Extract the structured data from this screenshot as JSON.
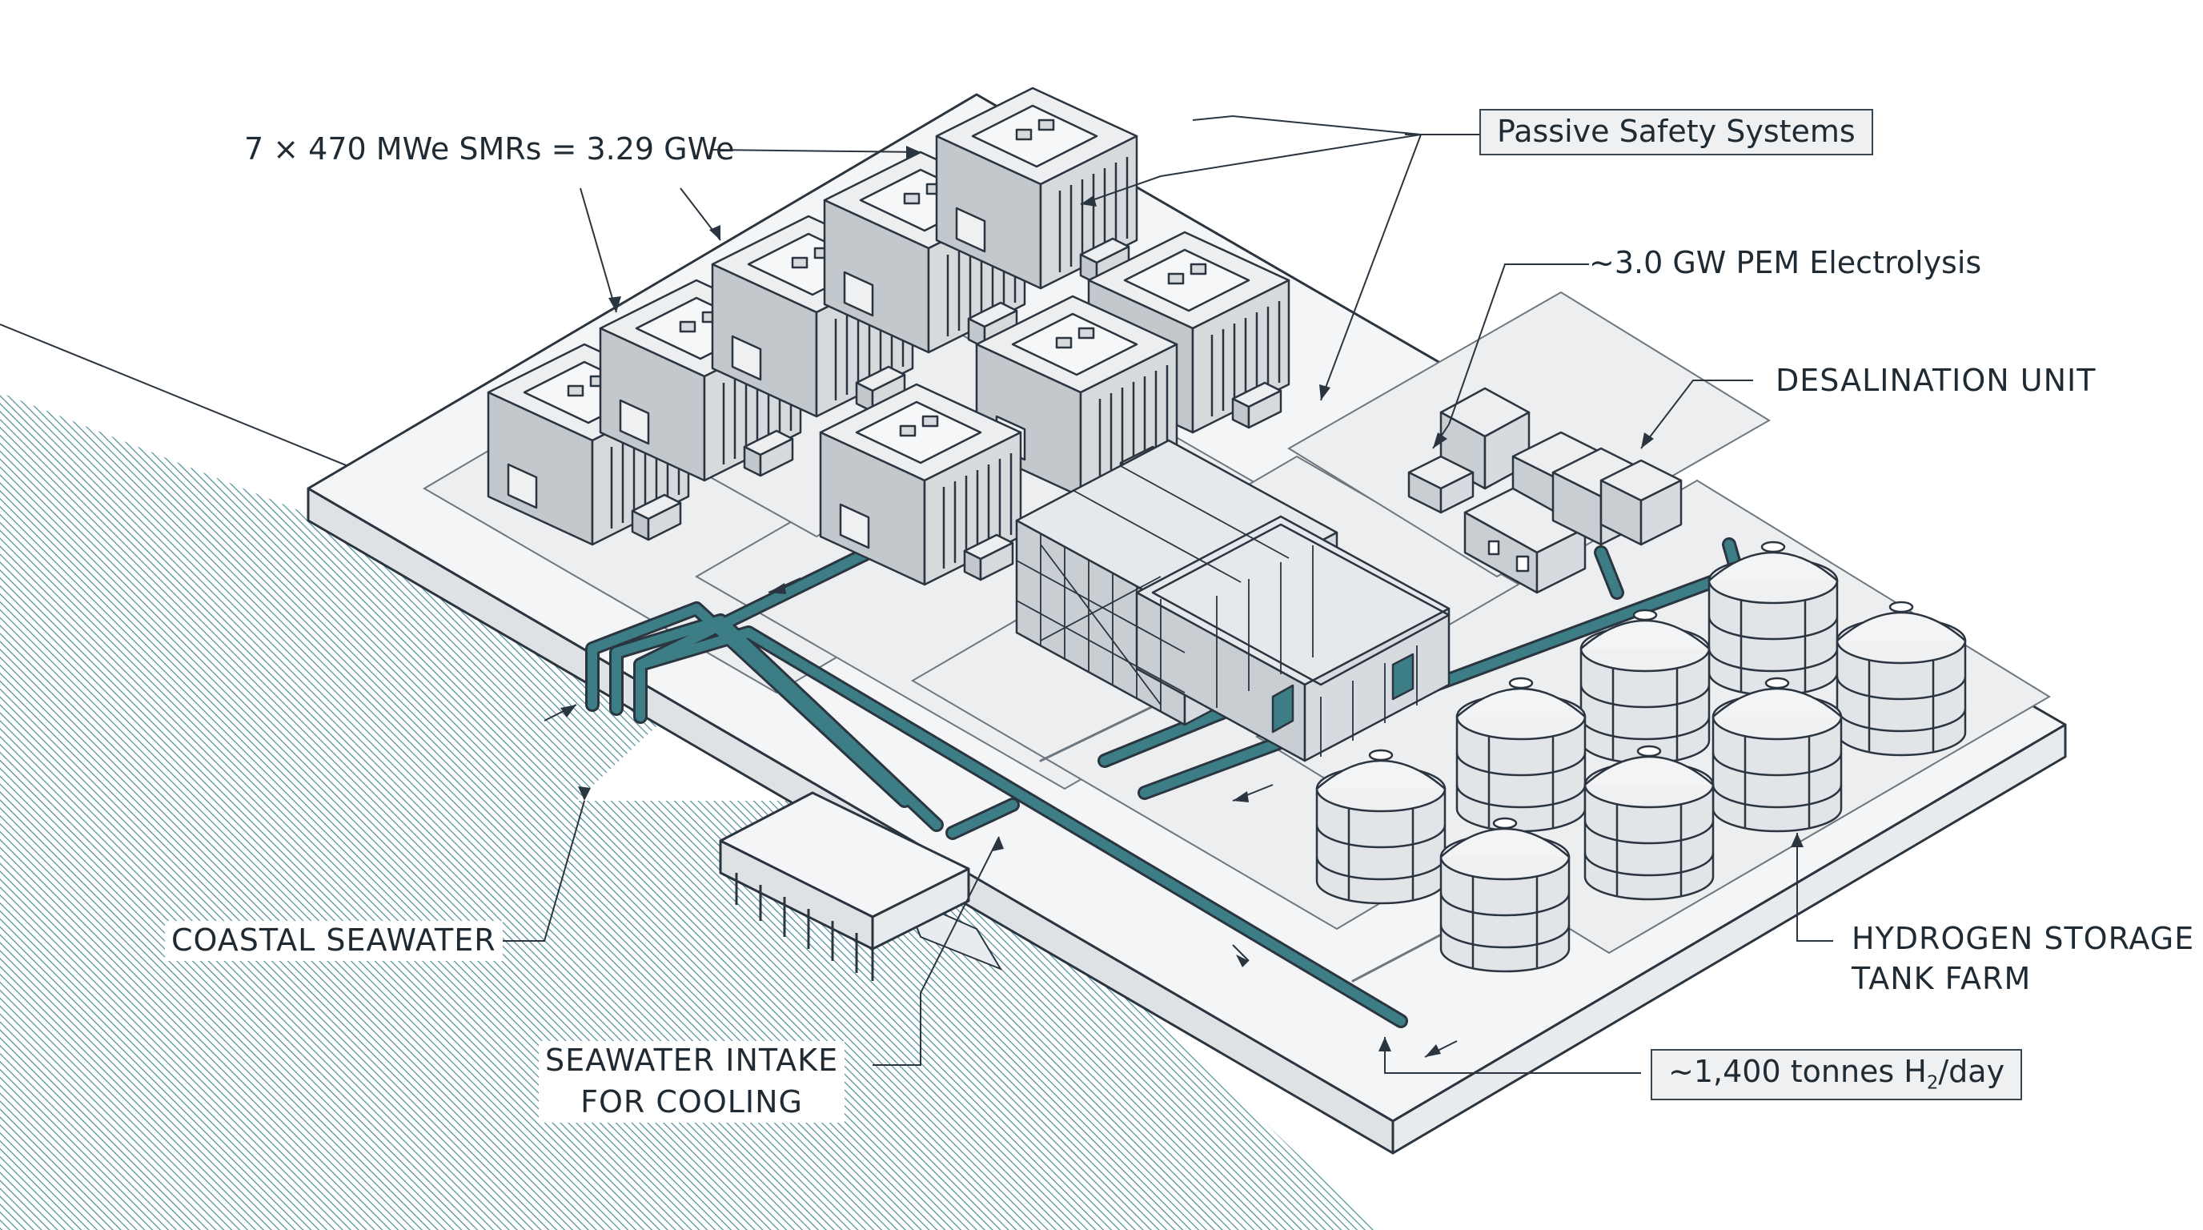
{
  "labels": {
    "smrs": "7 × 470 MWe SMRs = 3.29 GWe",
    "passive_safety": "Passive Safety Systems",
    "pem": "~3.0 GW PEM Electrolysis",
    "desalination": "DESALINATION UNIT",
    "hydrogen_line1": "HYDROGEN STORAGE",
    "hydrogen_line2": "TANK FARM",
    "coastal": "COASTAL SEAWATER",
    "intake_line1": "SEAWATER INTAKE",
    "intake_line2": "FOR COOLING",
    "output_prefix": "~1,400 tonnes H",
    "output_sub": "2",
    "output_suffix": "/day"
  },
  "colors": {
    "outline": "#2b3540",
    "pipe": "#3d7d85",
    "sea": "#4a8c98",
    "platform": "#f4f5f6",
    "module": "#c9ced3",
    "tank": "#e4e7ea"
  }
}
